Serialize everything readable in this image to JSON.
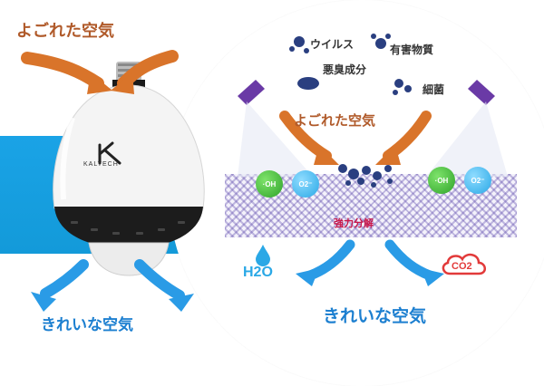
{
  "labels": {
    "dirty_air_top": "よごれた空気",
    "dirty_air_inner": "よごれた空気",
    "clean_air_left": "きれいな空気",
    "clean_air_right": "きれいな空気",
    "virus": "ウイルス",
    "harmful": "有害物質",
    "odor": "悪臭成分",
    "bacteria": "細菌",
    "decomposition": "強力分解"
  },
  "device": {
    "brand": "KALTECH"
  },
  "molecules": [
    {
      "text": "·OH",
      "color": "green"
    },
    {
      "text": "O2⁻",
      "color": "blue"
    },
    {
      "text": "·OH",
      "color": "green"
    },
    {
      "text": "O2⁻",
      "color": "blue"
    }
  ],
  "products": {
    "water": "H2O",
    "co2": "CO2"
  },
  "colors": {
    "sky_band": "#1aa3e6",
    "dirty_text": "#b05a2a",
    "clean_text": "#1c7fd0",
    "arrow_orange": "#d9742a",
    "arrow_blue": "#2a9be6",
    "decomp_text": "#c8174a"
  },
  "icons": {
    "pollutant": "virus-cluster-icon",
    "lamp": "uv-lamp-icon",
    "water": "water-drop-icon",
    "co2": "cloud-icon"
  }
}
